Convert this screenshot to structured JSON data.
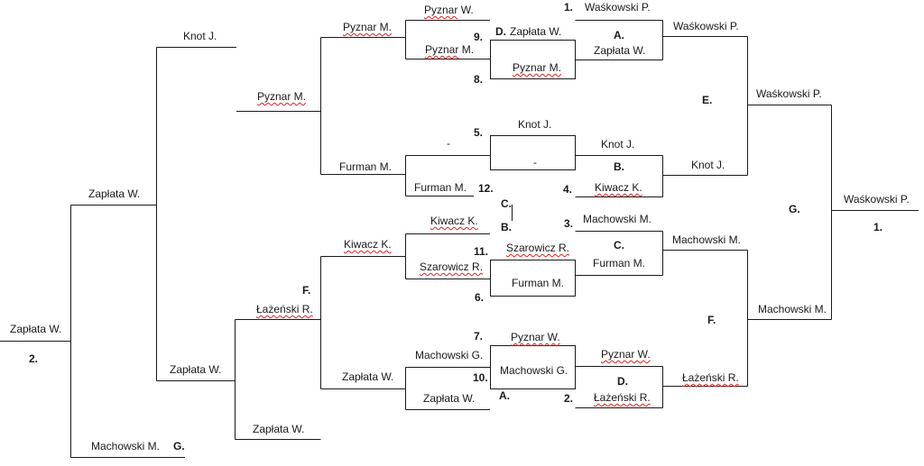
{
  "labels": {
    "l0": "Knot J.",
    "l1": "Zapłata W.",
    "l2": "Zapłata W.",
    "l3": "2.",
    "l4": "Machowski M.",
    "l5": "G.",
    "l6": "Pyznar M.",
    "l7": "Zapłata W.",
    "l8": "Pyznar M.",
    "l9": "Furman M.",
    "l10": "Kiwacz K.",
    "l11": "F.",
    "l12": "Łażeński R.",
    "l13": "Zapłata W.",
    "l14": "Zapłata W.",
    "l15": "Pyznar",
    "l16": "W.",
    "l17": "9.",
    "l18": "D.",
    "l19": "Zapłata W.",
    "l20": "Pyznar",
    "l21": "M.",
    "l22": "8.",
    "l23": "Pyznar M.",
    "l24": "1.",
    "l25": "Waśkowski P.",
    "l26": "A.",
    "l27": "Zapłata W.",
    "l28": "Waśkowski P.",
    "l29": "E.",
    "l30": "Waśkowski P.",
    "l31": "Knot J.",
    "l32": "-",
    "l33": "5.",
    "l34": "-",
    "l35": "Knot J.",
    "l36": "B.",
    "l37": "Knot J.",
    "l38": "Furman M.",
    "l39": "12.",
    "l40": "4.",
    "l41": "Kiwacz K.",
    "l42": "C.",
    "l43": "Kiwacz K.",
    "l44": "B.",
    "l45": "3.",
    "l46": "Machowski M.",
    "l47": "Szarowicz R.",
    "l48": "11.",
    "l49": "C.",
    "l50": "Machowski M.",
    "l51": "Szarowicz R.",
    "l52": "Furman M.",
    "l53": "Furman M.",
    "l54": "6.",
    "l55": "G.",
    "l56": "Waśkowski P.",
    "l57": "1.",
    "l58": "F.",
    "l59": "Machowski M.",
    "l60": "7.",
    "l61": "Pyznar W.",
    "l62": "Machowski G.",
    "l63": "Machowski G.",
    "l64": "Pyznar W.",
    "l65": "10.",
    "l66": "D.",
    "l67": "Łażeński R.",
    "l68": "Zapłata W.",
    "l69": "A.",
    "l70": "2.",
    "l71": "Łażeński R."
  },
  "colors": {
    "line": "#1a1a1a",
    "text": "#1a1a1a",
    "spell_underline": "#dd2222"
  }
}
